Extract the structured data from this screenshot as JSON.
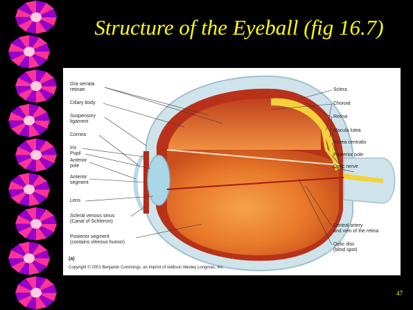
{
  "slide": {
    "title": "Structure of the Eyeball (fig 16.7)",
    "page_number": "47"
  },
  "figure": {
    "left_labels": {
      "ora_serrata": "Ora serrata\nretinae",
      "ciliary_body": "Ciliary body",
      "suspensory_ligament": "Suspensory\nligament",
      "cornea": "Cornea",
      "iris": "Iris",
      "pupil": "Pupil",
      "anterior_pole": "Anterior\npole",
      "anterior_segment": "Anterior\nsegment",
      "lens": "Lens",
      "scleral_venous_sinus": "Scleral venous sinus\n(Canal of Schlemm)",
      "posterior_segment": "Posterior segment\n(contains vitreous humor)"
    },
    "right_labels": {
      "sclera": "Sclera",
      "choroid": "Choroid",
      "retina": "Retina",
      "macula_lutea": "Macula lutea",
      "fovea_centralis": "Fovea centralis",
      "posterior_pole": "Posterior pole",
      "optic_nerve": "Optic nerve",
      "central_artery": "Central artery\nand vein of the retina",
      "optic_disc": "Optic disc\n(blind spot)"
    },
    "panel_label": "(a)",
    "copyright": "Copyright © 2001 Benjamin Cummings, an imprint of Addison Wesley Longman, Inc."
  },
  "colors": {
    "background": "#000000",
    "title": "#ffff00",
    "ribbon_pink": "#ff3399",
    "ribbon_purple": "#9900cc"
  }
}
